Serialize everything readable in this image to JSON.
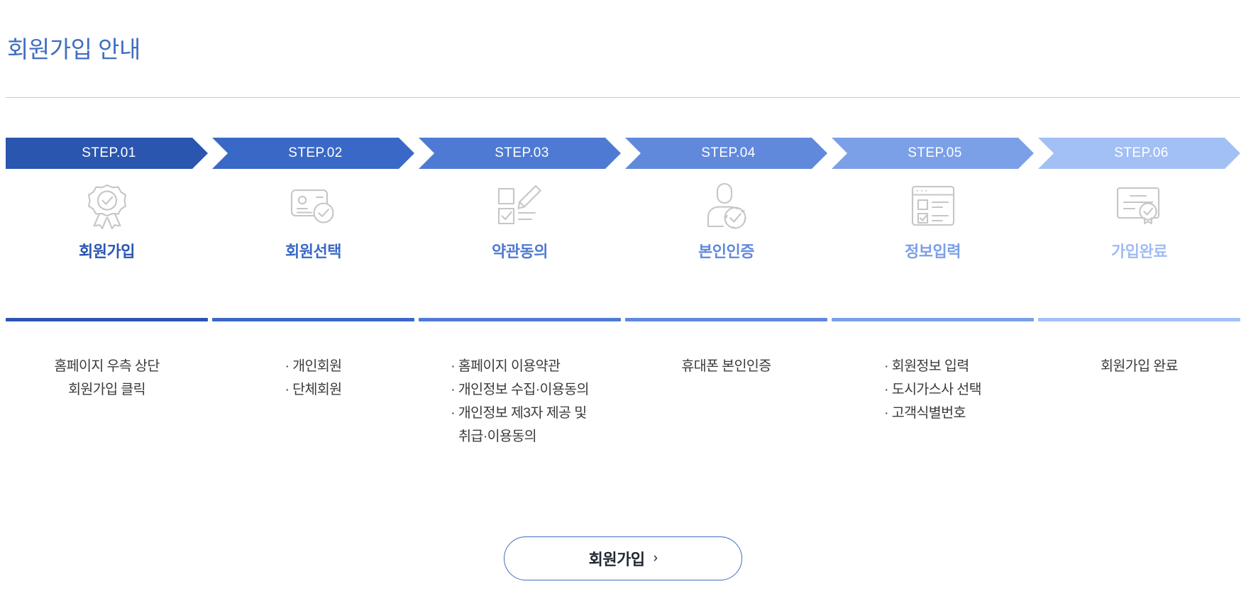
{
  "header": {
    "title": "회원가입 안내",
    "title_color": "#3f6ec1",
    "rule_color": "#c9c9c9"
  },
  "steps": [
    {
      "chip_label": "STEP.01",
      "chip_color": "#2b56b0",
      "label": "회원가입",
      "label_color": "#2b56b0",
      "bar_color": "#2b56b0",
      "icon": "badge-check-icon",
      "bulleted": false,
      "centered": true,
      "lines": [
        "홈페이지 우측 상단",
        "회원가입 클릭"
      ]
    },
    {
      "chip_label": "STEP.02",
      "chip_color": "#3a68c6",
      "label": "회원선택",
      "label_color": "#3a68c6",
      "bar_color": "#3a68c6",
      "icon": "id-card-check-icon",
      "bulleted": true,
      "centered": false,
      "lines": [
        "· 개인회원",
        "· 단체회원"
      ]
    },
    {
      "chip_label": "STEP.03",
      "chip_color": "#4f7ad4",
      "label": "약관동의",
      "label_color": "#4f7ad4",
      "bar_color": "#4f7ad4",
      "icon": "checklist-pen-icon",
      "bulleted": true,
      "centered": false,
      "lines": [
        "· 홈페이지 이용약관",
        "· 개인정보 수집·이용동의",
        "· 개인정보 제3자 제공 및",
        "취급·이용동의"
      ]
    },
    {
      "chip_label": "STEP.04",
      "chip_color": "#6089dc",
      "label": "본인인증",
      "label_color": "#6089dc",
      "bar_color": "#6089dc",
      "icon": "person-verify-icon",
      "bulleted": false,
      "centered": true,
      "lines": [
        "휴대폰 본인인증"
      ]
    },
    {
      "chip_label": "STEP.05",
      "chip_color": "#7ba0e8",
      "label": "정보입력",
      "label_color": "#7ba0e8",
      "bar_color": "#7ba0e8",
      "icon": "form-window-icon",
      "bulleted": true,
      "centered": false,
      "lines": [
        "· 회원정보 입력",
        "· 도시가스사 선택",
        "· 고객식별번호"
      ]
    },
    {
      "chip_label": "STEP.06",
      "chip_color": "#a3c0f5",
      "label": "가입완료",
      "label_color": "#9fbcf2",
      "bar_color": "#a3c0f5",
      "icon": "certificate-seal-icon",
      "bulleted": false,
      "centered": true,
      "lines": [
        "회원가입 완료"
      ]
    }
  ],
  "cta": {
    "label": "회원가입",
    "arrow": "›",
    "border_color": "#3f6ec1"
  }
}
